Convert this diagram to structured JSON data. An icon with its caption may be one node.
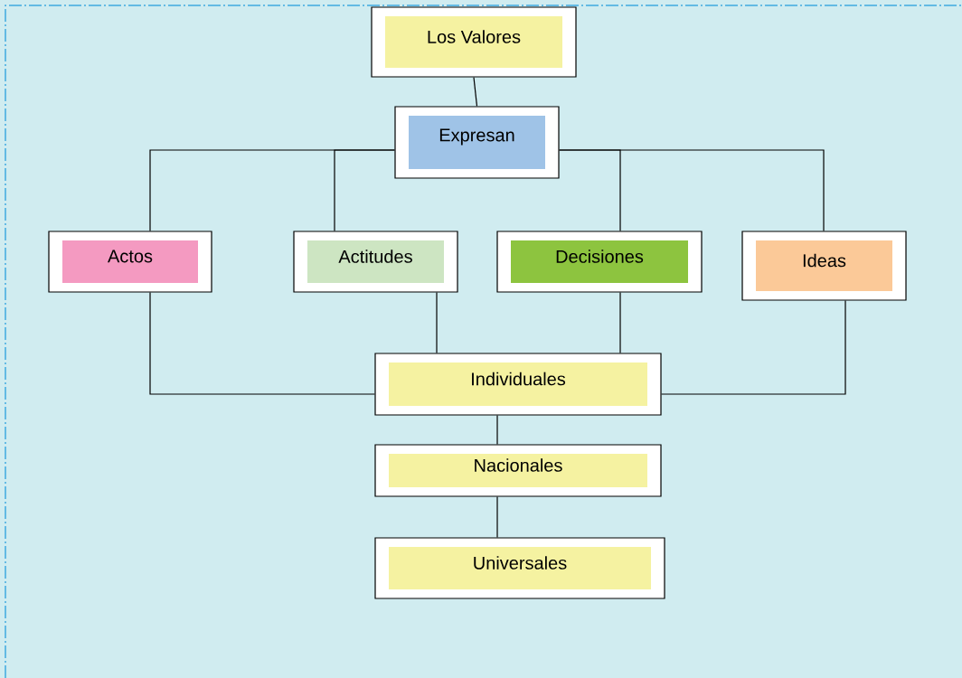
{
  "diagram": {
    "nodes": [
      {
        "text": [
          "Los Valores"
        ]
      },
      {
        "text": [
          "Expresan"
        ]
      },
      {
        "text": [
          "Actos"
        ]
      },
      {
        "text": [
          "Actitudes"
        ]
      },
      {
        "text": [
          "Decisiones"
        ]
      },
      {
        "text": [
          "Ideas"
        ]
      },
      {
        "text": [
          "Individuales"
        ]
      },
      {
        "text": [
          "Nacionales"
        ]
      },
      {
        "text": [
          "Universales"
        ]
      }
    ],
    "edges": [
      {
        "from": 0,
        "to": 1,
        "arrow": "none"
      },
      {
        "from": 1,
        "to": 2,
        "arrow": "none"
      },
      {
        "from": 1,
        "to": 3,
        "arrow": "none"
      },
      {
        "from": 1,
        "to": 4,
        "arrow": "none"
      },
      {
        "from": 1,
        "to": 5,
        "arrow": "none"
      },
      {
        "from": 2,
        "to": 6,
        "arrow": "none"
      },
      {
        "from": 3,
        "to": 6,
        "arrow": "none"
      },
      {
        "from": 4,
        "to": 6,
        "arrow": "none"
      },
      {
        "from": 5,
        "to": 6,
        "arrow": "none"
      },
      {
        "from": 6,
        "to": 7,
        "arrow": "none"
      },
      {
        "from": 7,
        "to": 8,
        "arrow": "none"
      }
    ]
  }
}
